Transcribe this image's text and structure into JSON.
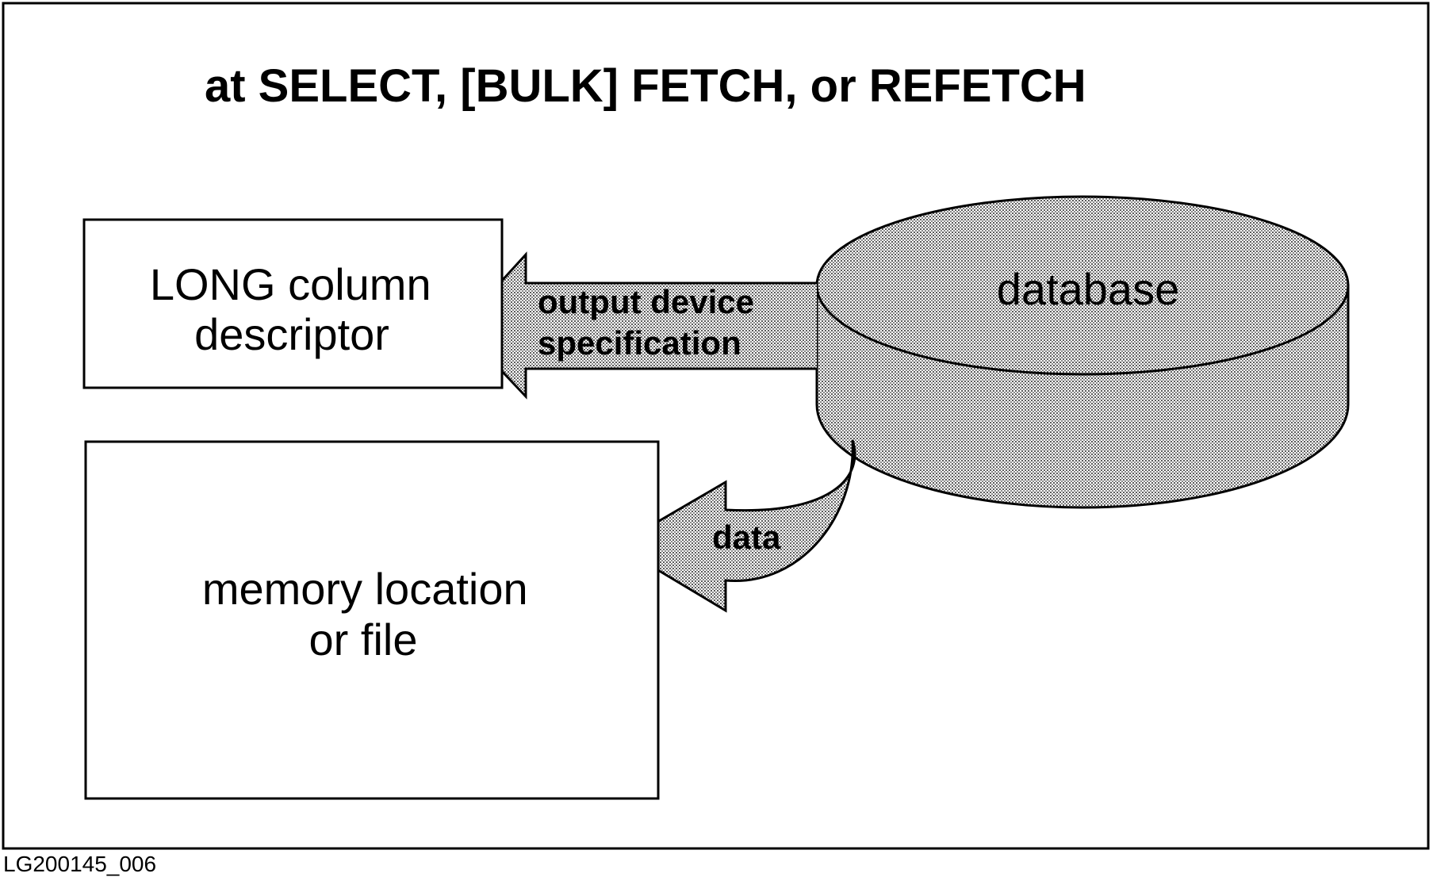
{
  "title": "at SELECT, [BULK] FETCH, or REFETCH",
  "boxes": {
    "descriptor": [
      "LONG column",
      "descriptor"
    ],
    "memory": [
      "memory location",
      "or file"
    ]
  },
  "database": {
    "label": "database"
  },
  "arrows": {
    "output_device": [
      "output device",
      "specification"
    ],
    "data": "data"
  },
  "figure_id": "LG200145_006",
  "colors": {
    "stroke": "#000000",
    "fill_dot": "#7a7a7a",
    "background": "#ffffff"
  }
}
